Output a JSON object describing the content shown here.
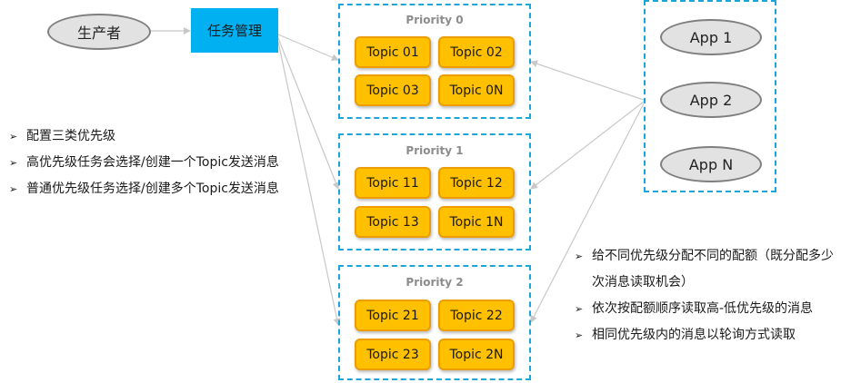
{
  "producer": "生产者",
  "task_manager": "任务管理",
  "groups": [
    {
      "title": "Priority 0",
      "topics": [
        "Topic 01",
        "Topic 02",
        "Topic 03",
        "Topic 0N"
      ]
    },
    {
      "title": "Priority 1",
      "topics": [
        "Topic 11",
        "Topic 12",
        "Topic 13",
        "Topic 1N"
      ]
    },
    {
      "title": "Priority 2",
      "topics": [
        "Topic 21",
        "Topic 22",
        "Topic 23",
        "Topic 2N"
      ]
    }
  ],
  "apps": [
    "App 1",
    "App 2",
    "App N"
  ],
  "left_notes": [
    "配置三类优先级",
    "高优先级任务会选择/创建一个Topic发送消息",
    "普通优先级任务选择/创建多个Topic发送消息"
  ],
  "right_notes": [
    "给不同优先级分配不同的配额（既分配多少次消息读取机会）",
    "依次按配额顺序读取高-低优先级的消息",
    "相同优先级内的消息以轮询方式读取"
  ],
  "colors": {
    "task": "#00b0f0",
    "topic": "#ffc000",
    "topic_border": "#ee9d00",
    "dash": "#1aa6d9",
    "app": "#e2e2e2"
  }
}
